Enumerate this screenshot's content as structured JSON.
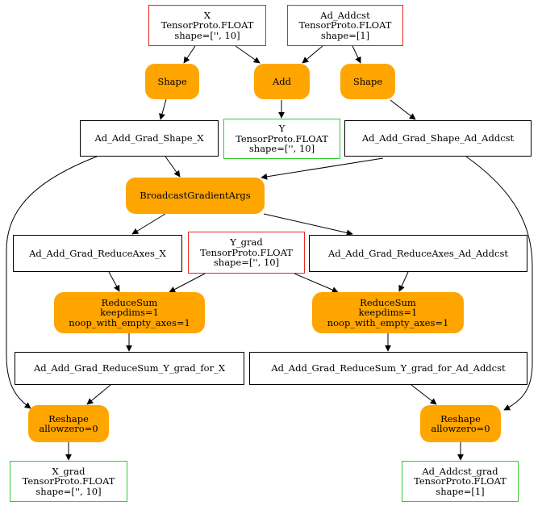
{
  "nodes": {
    "x_input": {
      "lines": [
        "X",
        "TensorProto.FLOAT",
        "shape=['', 10]"
      ]
    },
    "addcst_input": {
      "lines": [
        "Ad_Addcst",
        "TensorProto.FLOAT",
        "shape=[1]"
      ]
    },
    "shape_x": {
      "lines": [
        "Shape"
      ]
    },
    "add": {
      "lines": [
        "Add"
      ]
    },
    "shape_addcst": {
      "lines": [
        "Shape"
      ]
    },
    "grad_shape_x": {
      "lines": [
        "Ad_Add_Grad_Shape_X"
      ]
    },
    "y_output": {
      "lines": [
        "Y",
        "TensorProto.FLOAT",
        "shape=['', 10]"
      ]
    },
    "grad_shape_addcst": {
      "lines": [
        "Ad_Add_Grad_Shape_Ad_Addcst"
      ]
    },
    "broadcast": {
      "lines": [
        "BroadcastGradientArgs"
      ]
    },
    "reduce_axes_x": {
      "lines": [
        "Ad_Add_Grad_ReduceAxes_X"
      ]
    },
    "y_grad_input": {
      "lines": [
        "Y_grad",
        "TensorProto.FLOAT",
        "shape=['', 10]"
      ]
    },
    "reduce_axes_addcst": {
      "lines": [
        "Ad_Add_Grad_ReduceAxes_Ad_Addcst"
      ]
    },
    "reducesum_x": {
      "lines": [
        "ReduceSum",
        "keepdims=1",
        "noop_with_empty_axes=1"
      ]
    },
    "reducesum_addcst": {
      "lines": [
        "ReduceSum",
        "keepdims=1",
        "noop_with_empty_axes=1"
      ]
    },
    "reducesum_y_x": {
      "lines": [
        "Ad_Add_Grad_ReduceSum_Y_grad_for_X"
      ]
    },
    "reducesum_y_addcst": {
      "lines": [
        "Ad_Add_Grad_ReduceSum_Y_grad_for_Ad_Addcst"
      ]
    },
    "reshape_x": {
      "lines": [
        "Reshape",
        "allowzero=0"
      ]
    },
    "reshape_addcst": {
      "lines": [
        "Reshape",
        "allowzero=0"
      ]
    },
    "x_grad_output": {
      "lines": [
        "X_grad",
        "TensorProto.FLOAT",
        "shape=['', 10]"
      ]
    },
    "addcst_grad_output": {
      "lines": [
        "Ad_Addcst_grad",
        "TensorProto.FLOAT",
        "shape=[1]"
      ]
    }
  },
  "colors": {
    "input_border": "#e8281e",
    "output_border": "#33cc33",
    "initializer_border": "#000000",
    "op_fill": "#ffa500"
  }
}
